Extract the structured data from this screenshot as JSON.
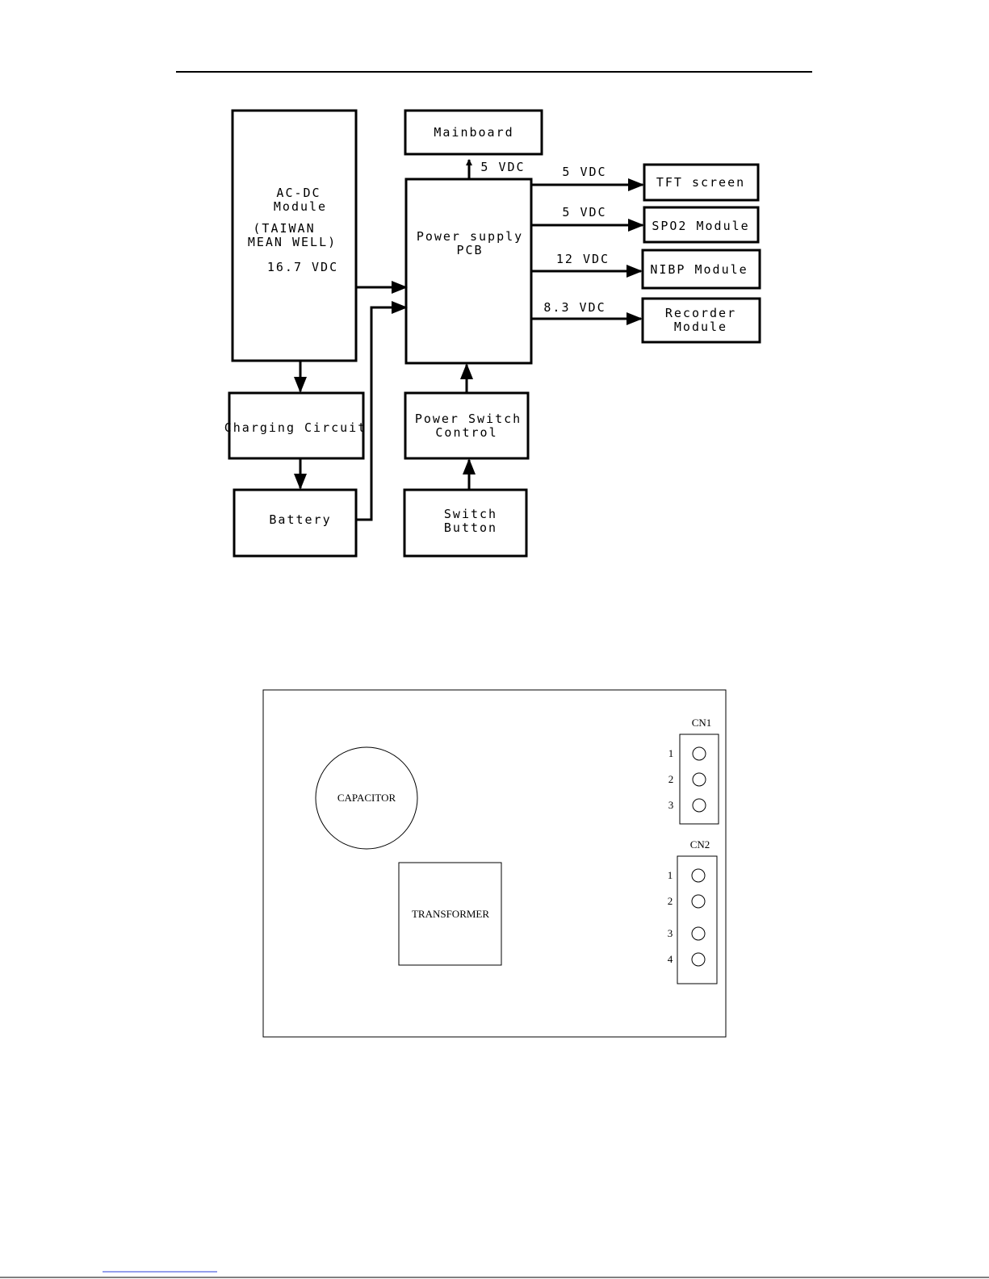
{
  "block_diagram": {
    "ac_dc": [
      "AC-DC",
      "Module",
      "(TAIWAN",
      "MEAN WELL)",
      "16.7 VDC"
    ],
    "mainboard": "Mainboard",
    "power_pcb": [
      "Power supply",
      "PCB"
    ],
    "charging": "Charging Circuit",
    "battery": "Battery",
    "power_switch": [
      "Power Switch",
      "Control"
    ],
    "switch_button": [
      "Switch",
      "Button"
    ],
    "tft": "TFT screen",
    "spo2": "SPO2 Module",
    "nibp": "NIBP Module",
    "recorder": [
      "Recorder",
      "Module"
    ],
    "v_main": "5 VDC",
    "v_tft": "5 VDC",
    "v_spo2": "5 VDC",
    "v_nibp": "12 VDC",
    "v_rec": "8.3 VDC"
  },
  "pcb_layout": {
    "capacitor": "CAPACITOR",
    "transformer": "TRANSFORMER",
    "cn1": {
      "label": "CN1",
      "pins": [
        "1",
        "2",
        "3"
      ]
    },
    "cn2": {
      "label": "CN2",
      "pins": [
        "1",
        "2",
        "3",
        "4"
      ]
    }
  }
}
